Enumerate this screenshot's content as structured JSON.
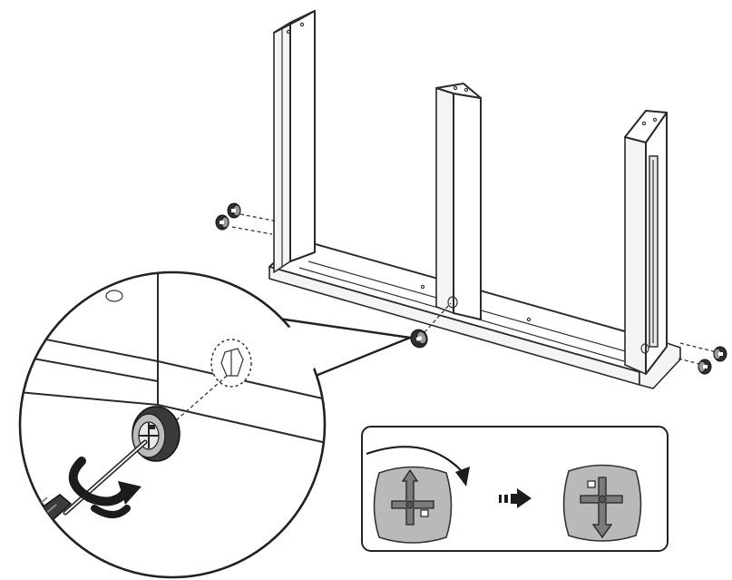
{
  "figure": {
    "kind": "assembly-instruction",
    "steps": [
      {
        "id": "insert-cam-locks",
        "description_icons": [
          "cam-lock-icon",
          "dashed-guide"
        ]
      },
      {
        "id": "turn-cam-lock",
        "description_icons": [
          "screwdriver-icon",
          "rotation-arrow-icon"
        ]
      }
    ],
    "inset": {
      "left_state": "arrow-up",
      "right_state": "arrow-down",
      "transition_icon": "right-arrow-icon"
    },
    "colors": {
      "line": "#2a2a2a",
      "cam_dark": "#2e2e2e",
      "cam_gray": "#9a9a9a",
      "blob": "#b9b9b9"
    }
  }
}
